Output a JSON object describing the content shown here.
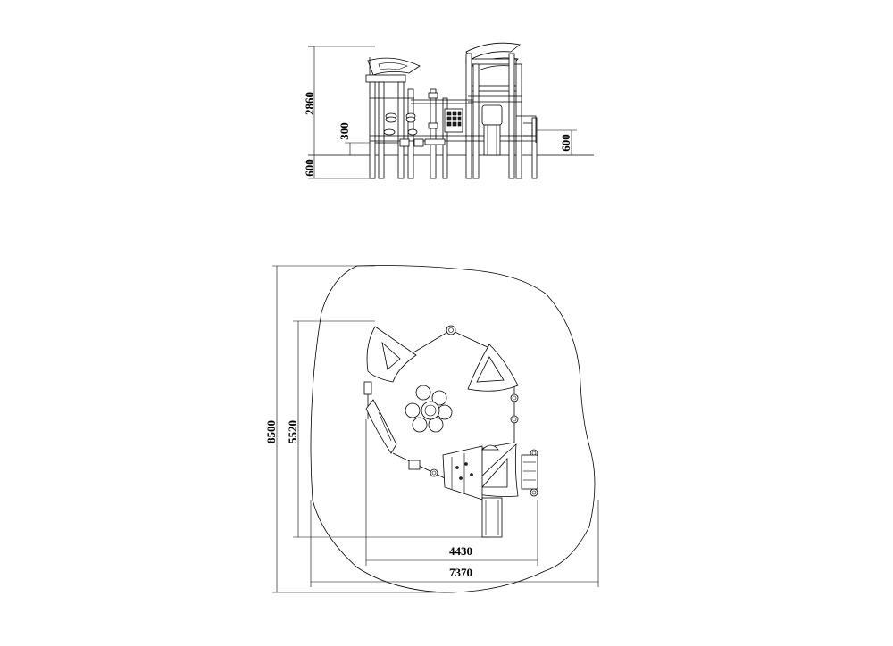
{
  "elevation": {
    "dimensions": {
      "total_height": "2860",
      "deck_height": "300",
      "right_platform": "600",
      "foundation_depth": "600"
    }
  },
  "plan": {
    "dimensions": {
      "overall_depth": "8500",
      "equipment_depth": "5520",
      "equipment_width": "4430",
      "overall_width": "7370"
    }
  }
}
